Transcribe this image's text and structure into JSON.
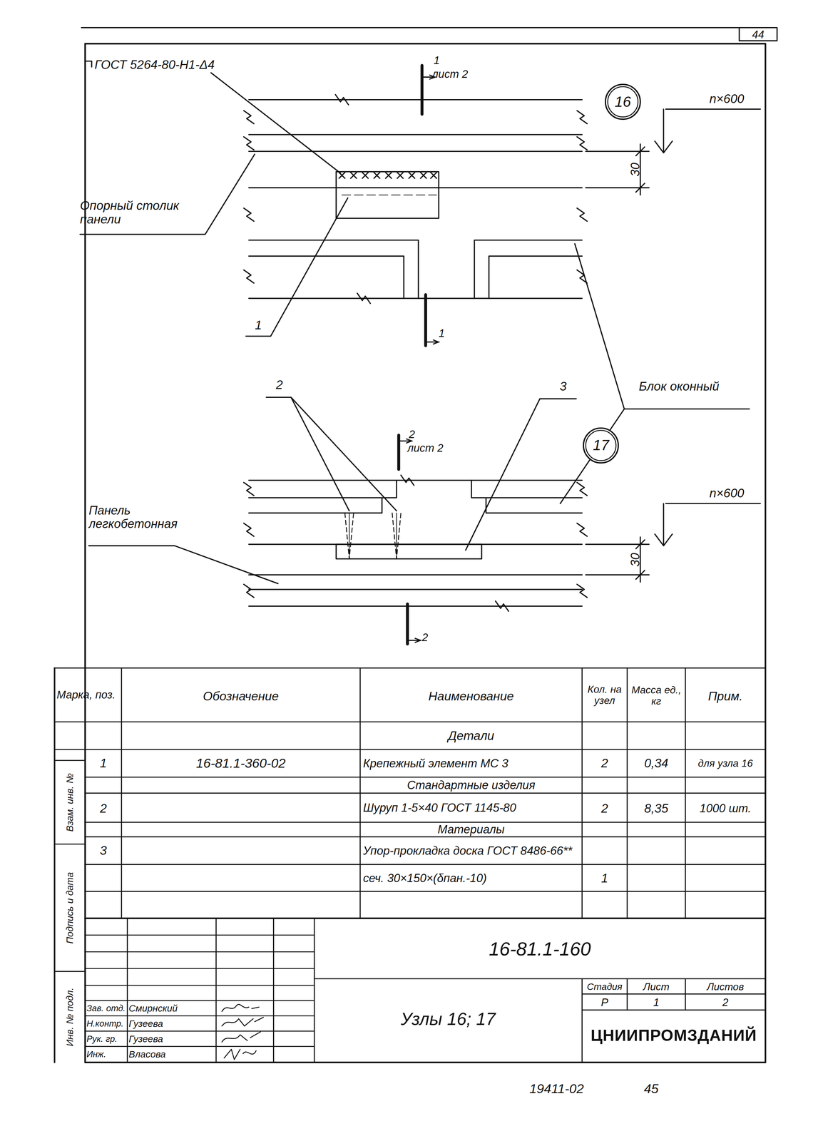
{
  "diagram": {
    "nodes": [
      {
        "text": [
          "16"
        ]
      },
      {
        "text": [
          "17"
        ]
      }
    ],
    "labels": [
      "44",
      "ГОСТ 5264-80-Н1-Δ4",
      "1",
      "лист 2",
      "n×600",
      "30",
      "Опорный столик панели",
      "1",
      "1",
      "Блок оконный",
      "2",
      "2",
      "лист 2",
      "3",
      "Панель легкобетонная",
      "n×600",
      "30",
      "2",
      "Марка, поз.",
      "Обозначение",
      "Наименование",
      "Кол. на узел",
      "Масса ед., кг",
      "Прим.",
      "Детали",
      "1",
      "16-81.1-360-02",
      "Крепежный элемент МС 3",
      "2",
      "0,34",
      "для узла 16",
      "Стандартные изделия",
      "2",
      "Шуруп 1-5×40 ГОСТ 1145-80",
      "2",
      "8,35",
      "1000 шт.",
      "Материалы",
      "3",
      "Упор-прокладка доска ГОСТ 8486-66**",
      "сеч. 30×150×(δпан.-10)",
      "1",
      "16-81.1-160",
      "Узлы 16; 17",
      "Стадия",
      "Лист",
      "Листов",
      "Р",
      "1",
      "2",
      "ЦНИИПРОМЗДАНИЙ",
      "Зав. отд.",
      "Смирнский",
      "Н.контр.",
      "Гузеева",
      "Рук. гр.",
      "Гузеева",
      "Инж.",
      "Власова",
      "Взам. инв. №",
      "Подпись и дата",
      "Инв. № подл.",
      "19411-02",
      "45"
    ]
  }
}
